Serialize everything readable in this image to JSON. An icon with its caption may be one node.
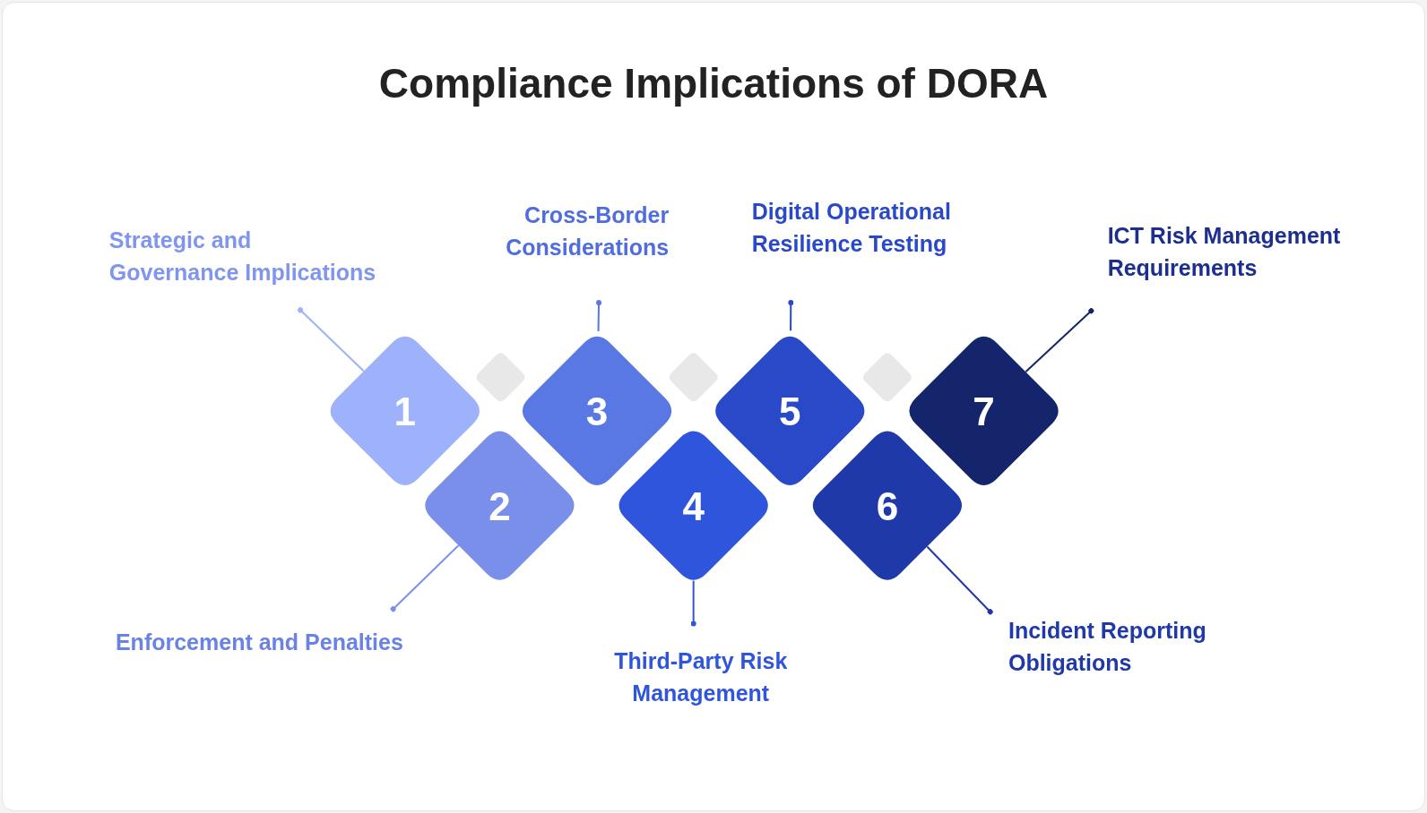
{
  "diagram": {
    "title": "Compliance Implications of DORA",
    "nodes": [
      {
        "text": [
          "1"
        ]
      },
      {
        "text": [
          "2"
        ]
      },
      {
        "text": [
          "3"
        ]
      },
      {
        "text": [
          "4"
        ]
      },
      {
        "text": [
          "5"
        ]
      },
      {
        "text": [
          "6"
        ]
      },
      {
        "text": [
          "7"
        ]
      },
      {
        "text": [],
        "shape": "diamond"
      },
      {
        "text": [],
        "shape": "diamond"
      },
      {
        "text": [],
        "shape": "diamond"
      },
      {
        "text": [
          "Strategic and Governance Implications"
        ]
      },
      {
        "text": [
          "Enforcement and Penalties"
        ]
      },
      {
        "text": [
          "Cross-Border Considerations"
        ]
      },
      {
        "text": [
          "Third-Party Risk Management"
        ]
      },
      {
        "text": [
          "Digital Operational Resilience Testing"
        ]
      },
      {
        "text": [
          "Incident Reporting Obligations"
        ]
      },
      {
        "text": [
          "ICT Risk Management Requirements"
        ]
      }
    ],
    "edges": [
      {
        "from": 10,
        "to": 0,
        "arrow": "other",
        "color": "#9eb1fb"
      },
      {
        "from": 11,
        "to": 1,
        "arrow": "other",
        "color": "#7a8fea"
      },
      {
        "from": 12,
        "to": 2,
        "arrow": "other",
        "color": "#5a78e3"
      },
      {
        "from": 13,
        "to": 3,
        "arrow": "other",
        "color": "#2f55dc"
      },
      {
        "from": 14,
        "to": 4,
        "arrow": "other",
        "color": "#2a49c8"
      },
      {
        "from": 15,
        "to": 5,
        "arrow": "other",
        "color": "#2039a8"
      },
      {
        "from": 16,
        "to": 6,
        "arrow": "other",
        "color": "#14256b"
      }
    ]
  }
}
